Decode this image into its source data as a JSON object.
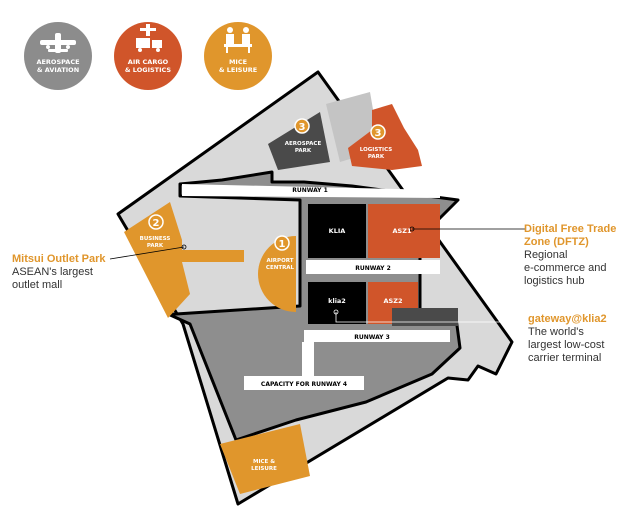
{
  "legend": [
    {
      "label_line1": "AEROSPACE",
      "label_line2": "& AVIATION",
      "color": "#8c8c8c",
      "icon": "airplane-icon"
    },
    {
      "label_line1": "AIR CARGO",
      "label_line2": "& LOGISTICS",
      "color": "#d0552a",
      "icon": "cargo-icon"
    },
    {
      "label_line1": "MICE",
      "label_line2": "& LEISURE",
      "color": "#e0962c",
      "icon": "meeting-icon"
    }
  ],
  "zones": {
    "aerospace_park": {
      "number": "3",
      "line1": "AEROSPACE",
      "line2": "PARK"
    },
    "logistics_park": {
      "number": "3",
      "line1": "LOGISTICS",
      "line2": "PARK"
    },
    "business_park": {
      "number": "2",
      "line1": "BUSINESS",
      "line2": "PARK"
    },
    "airport_central": {
      "number": "1",
      "line1": "AIRPORT",
      "line2": "CENTRAL"
    },
    "mice_leisure": {
      "line1": "MICE &",
      "line2": "LEISURE"
    }
  },
  "runways": {
    "r1": "RUNWAY 1",
    "r2": "RUNWAY 2",
    "r3": "RUNWAY 3",
    "r4": "CAPACITY FOR RUNWAY 4"
  },
  "terminals": {
    "klia": "KLIA",
    "asz1": "ASZ1",
    "klia2": "klia2",
    "asz2": "ASZ2"
  },
  "callouts": {
    "mitsui": {
      "title": "Mitsui Outlet Park",
      "desc_line1": "ASEAN's largest",
      "desc_line2": "outlet mall"
    },
    "dftz": {
      "title_line1": "Digital Free Trade",
      "title_line2": "Zone (DFTZ)",
      "desc_line1": "Regional",
      "desc_line2": "e-commerce and",
      "desc_line3": "logistics hub"
    },
    "gateway": {
      "title": "gateway@klia2",
      "desc_line1": "The world's",
      "desc_line2": "largest low-cost",
      "desc_line3": "carrier terminal"
    }
  },
  "colors": {
    "boundary": "#000000",
    "land": "#d9d9d9",
    "airfield": "#8e8e8e",
    "aerospace": "#4a4a4a",
    "logistics": "#d0552a",
    "mice": "#e0962c",
    "terminal": "#000000",
    "runway": "#ffffff"
  }
}
